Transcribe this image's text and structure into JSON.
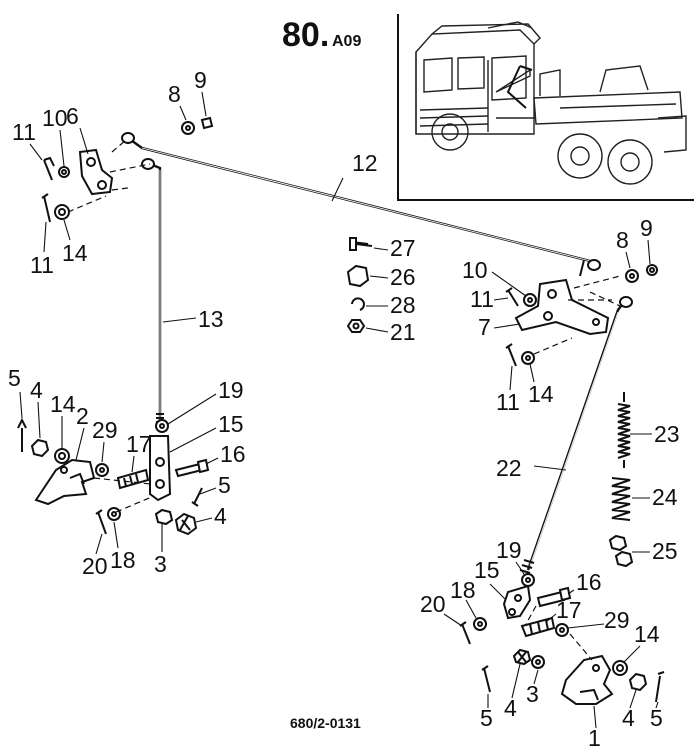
{
  "title": {
    "number": "80.",
    "suffix": "A09"
  },
  "drawing_code": "680/2-0131",
  "labels": {
    "p12": "12",
    "p13": "13",
    "p22": "22",
    "l_p6": "6",
    "l_p10": "10",
    "l_p11a": "11",
    "l_p11b": "11",
    "l_p14": "14",
    "l_p8": "8",
    "l_p9": "9",
    "r_p8": "8",
    "r_p9": "9",
    "r_p10": "10",
    "r_p11a": "11",
    "r_p7": "7",
    "r_p11b": "11",
    "r_p14": "14",
    "m_p27": "27",
    "m_p26": "26",
    "m_p28": "28",
    "m_p21": "21",
    "bl_p5": "5",
    "bl_p4": "4",
    "bl_p14": "14",
    "bl_p2": "2",
    "bl_p29": "29",
    "bl_p17": "17",
    "bl_p19": "19",
    "bl_p15": "15",
    "bl_p16": "16",
    "bl_p5b": "5",
    "bl_p4b": "4",
    "bl_p20": "20",
    "bl_p18": "18",
    "bl_p3": "3",
    "r_p23": "23",
    "r_p24": "24",
    "r_p25": "25",
    "br_p19": "19",
    "br_p15": "15",
    "br_p16": "16",
    "br_p20": "20",
    "br_p18": "18",
    "br_p17": "17",
    "br_p29": "29",
    "br_p14": "14",
    "br_p5": "5",
    "br_p4": "4",
    "br_p3": "3",
    "br_p1": "1",
    "br_p4b": "4",
    "br_p5b": "5"
  }
}
